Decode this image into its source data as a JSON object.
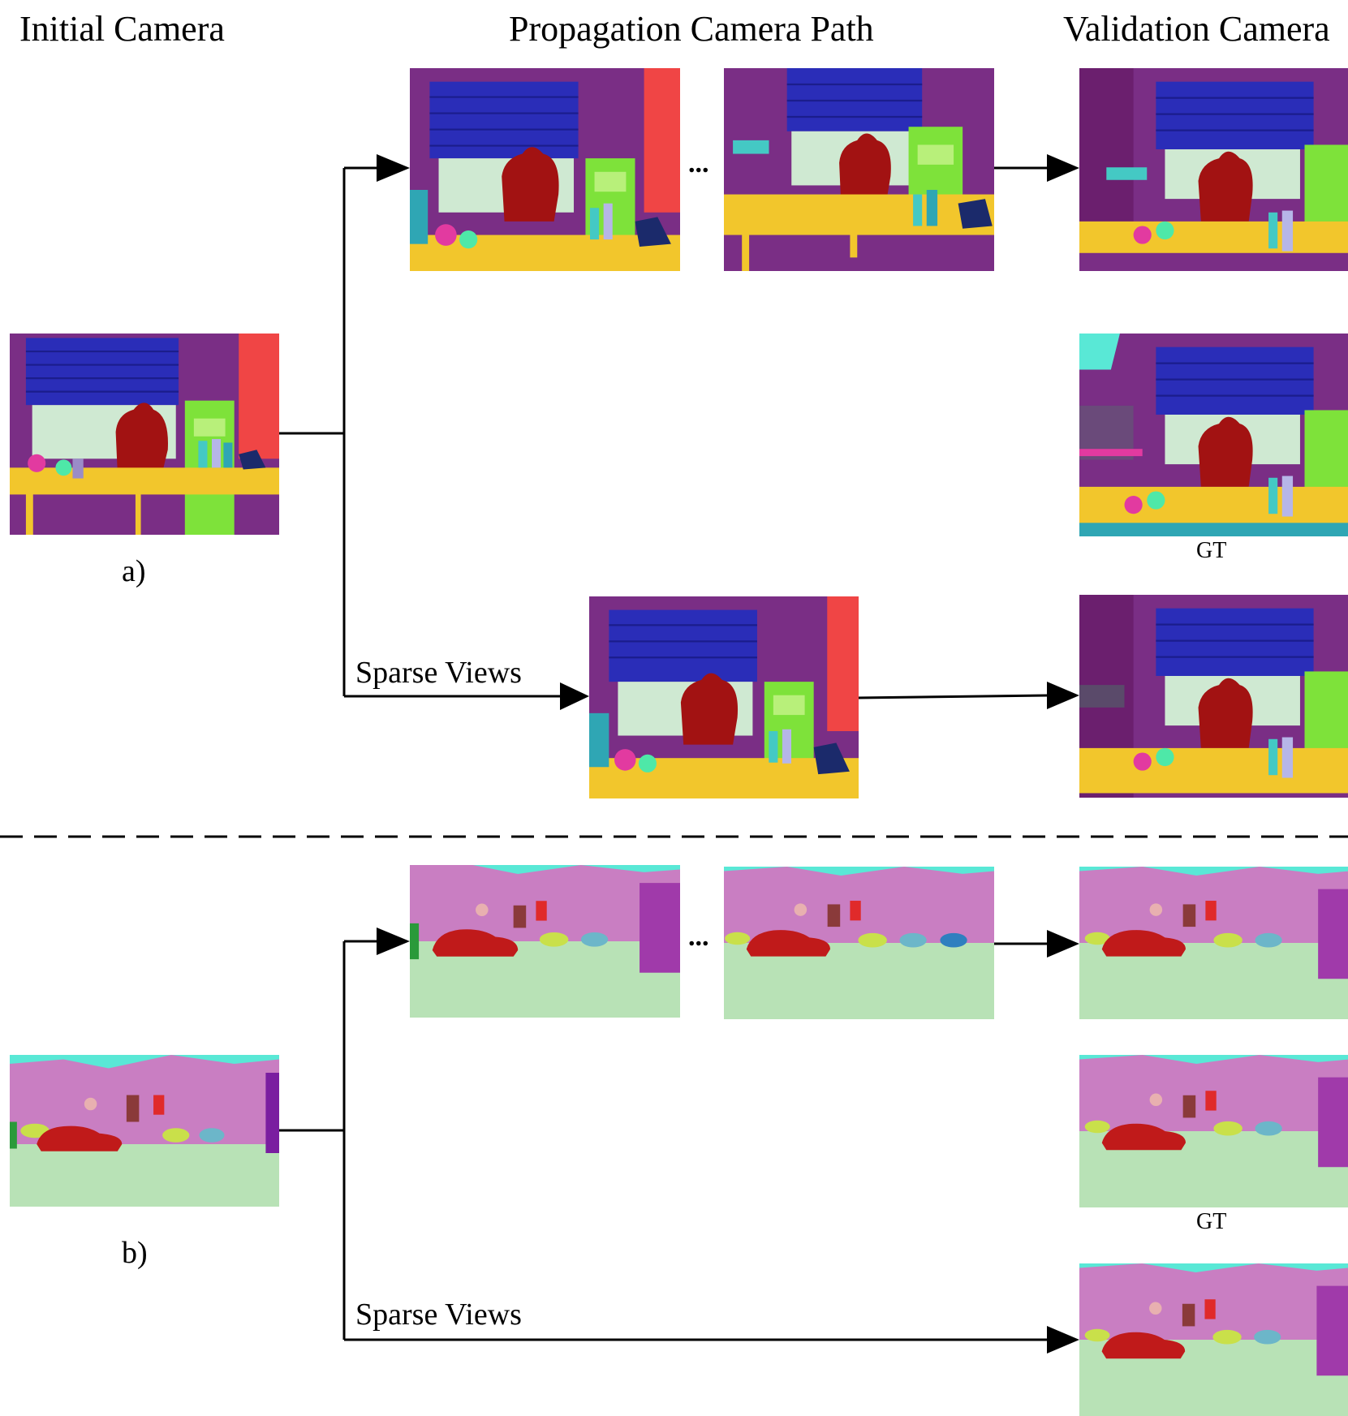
{
  "headers": {
    "initial": "Initial Camera",
    "propagation": "Propagation Camera Path",
    "validation": "Validation Camera"
  },
  "panel_a": {
    "label": "a)",
    "sparse_views": "Sparse Views",
    "gt": "GT",
    "ellipsis": "..."
  },
  "panel_b": {
    "label": "b)",
    "sparse_views": "Sparse Views",
    "gt": "GT",
    "ellipsis": "..."
  },
  "colors": {
    "wall": "#7a2e85",
    "blind": "#2a2db8",
    "window": "#cfe9d2",
    "person": "#a21212",
    "table": "#f2c62c",
    "shelf": "#7ee23a",
    "curtain": "#f04545",
    "building": "#c97ec2",
    "sky": "#59e8d6",
    "road": "#b8e2b6",
    "car": "#c01a1a",
    "cars_far": "#c9e04a"
  }
}
